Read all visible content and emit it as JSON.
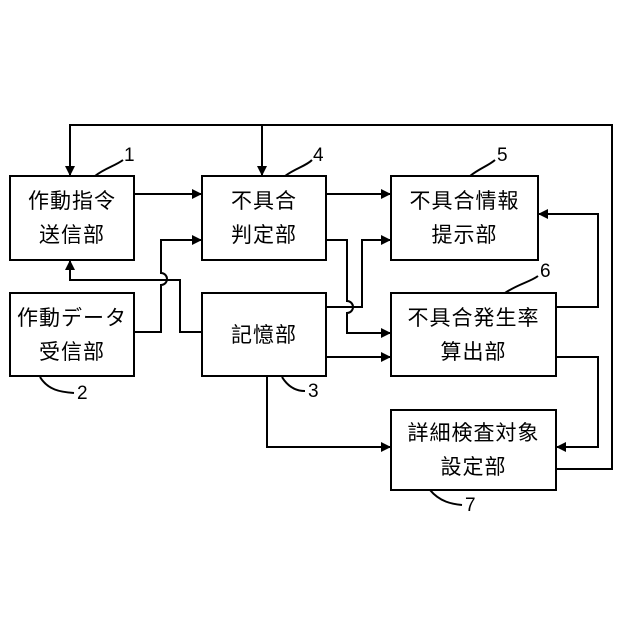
{
  "blocks": {
    "b1": {
      "ref": "1",
      "line1": "作動指令",
      "line2": "送信部"
    },
    "b2": {
      "ref": "2",
      "line1": "作動データ",
      "line2": "受信部"
    },
    "b3": {
      "ref": "3",
      "line1": "記憶部",
      "line2": ""
    },
    "b4": {
      "ref": "4",
      "line1": "不具合",
      "line2": "判定部"
    },
    "b5": {
      "ref": "5",
      "line1": "不具合情報",
      "line2": "提示部"
    },
    "b6": {
      "ref": "6",
      "line1": "不具合発生率",
      "line2": "算出部"
    },
    "b7": {
      "ref": "7",
      "line1": "詳細検査対象",
      "line2": "設定部"
    }
  },
  "colors": {
    "line": "#000000",
    "box_fill": "#ffffff"
  }
}
